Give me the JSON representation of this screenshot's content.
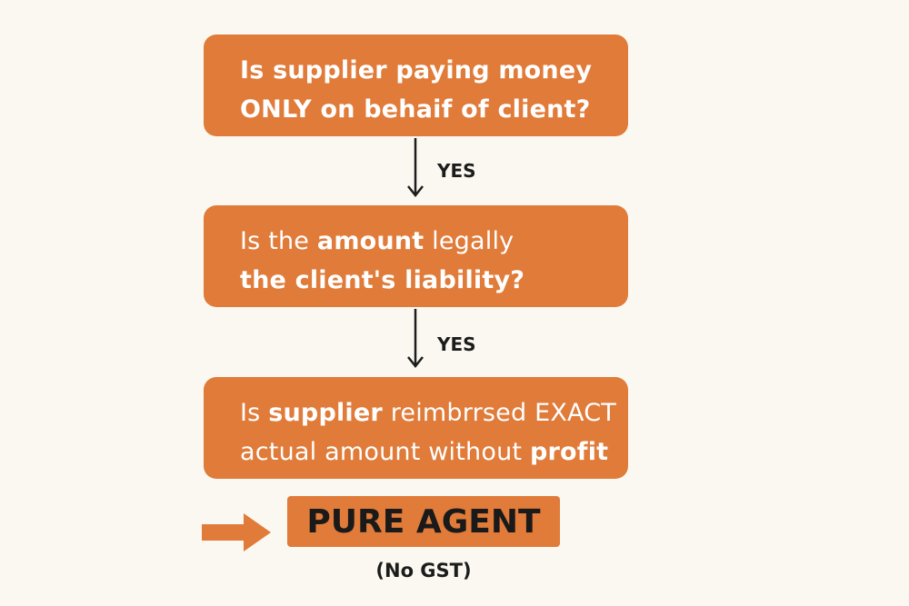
{
  "flowchart": {
    "steps": [
      {
        "lines": [
          "Is supplier paying money",
          "ONLY on behaif of client?"
        ]
      },
      {
        "lines": [
          {
            "plain": "Is the ",
            "bold": "amount",
            "after": " legally"
          },
          {
            "plain": "",
            "bold": "the client's liability?",
            "after": ""
          }
        ]
      },
      {
        "lines": [
          {
            "plain": "Is ",
            "bold": "supplier",
            "after": " reimbrrsed EXACT"
          },
          {
            "plain": "actual amount without ",
            "bold": "profit",
            "after": ""
          }
        ]
      }
    ],
    "connectors": [
      {
        "label": "YES"
      },
      {
        "label": "YES"
      }
    ],
    "result": {
      "label": "PURE AGENT",
      "note": "(No GST)"
    },
    "colors": {
      "box_fill": "#e07b39",
      "box_text": "#ffffff",
      "arrow": "#1c1c1c",
      "background": "#fbf8f1"
    }
  }
}
